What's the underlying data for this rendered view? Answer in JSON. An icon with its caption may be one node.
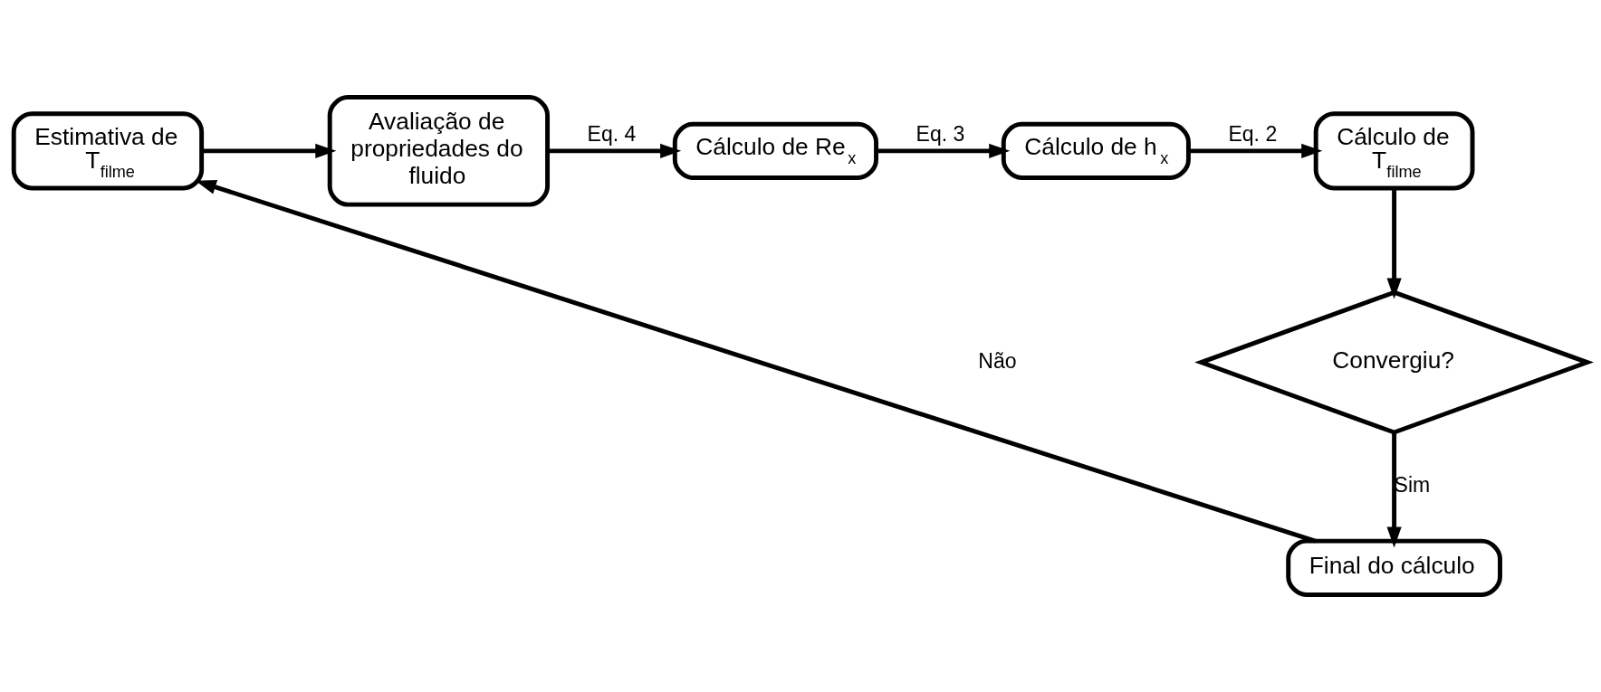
{
  "diagram": {
    "nodes": [
      {
        "text": [
          "Estimativa de T$_{filme}$"
        ]
      },
      {
        "text": [
          "Avaliação de propriedades do fluido"
        ]
      },
      {
        "text": [
          "Cálculo de Re$_{x}$"
        ]
      },
      {
        "text": [
          "Cálculo de h$_{x}$"
        ]
      },
      {
        "text": [
          "Cálculo de T$_{filme}$"
        ]
      },
      {
        "text": [
          "Convergiu?"
        ]
      },
      {
        "text": [
          "Final do cálculo"
        ]
      }
    ],
    "edges": [
      {
        "from": 0,
        "to": 1,
        "arrow": "to"
      },
      {
        "from": 1,
        "to": 2,
        "arrow": "to",
        "label": "Eq. 4"
      },
      {
        "from": 2,
        "to": 3,
        "arrow": "to",
        "label": "Eq. 3"
      },
      {
        "from": 3,
        "to": 4,
        "arrow": "to",
        "label": "Eq. 2"
      },
      {
        "from": 4,
        "to": 5,
        "arrow": "to"
      },
      {
        "from": 5,
        "to": 6,
        "arrow": "to",
        "label": "Sim"
      },
      {
        "from": 6,
        "to": 0,
        "arrow": "to",
        "label": "Não"
      }
    ]
  }
}
